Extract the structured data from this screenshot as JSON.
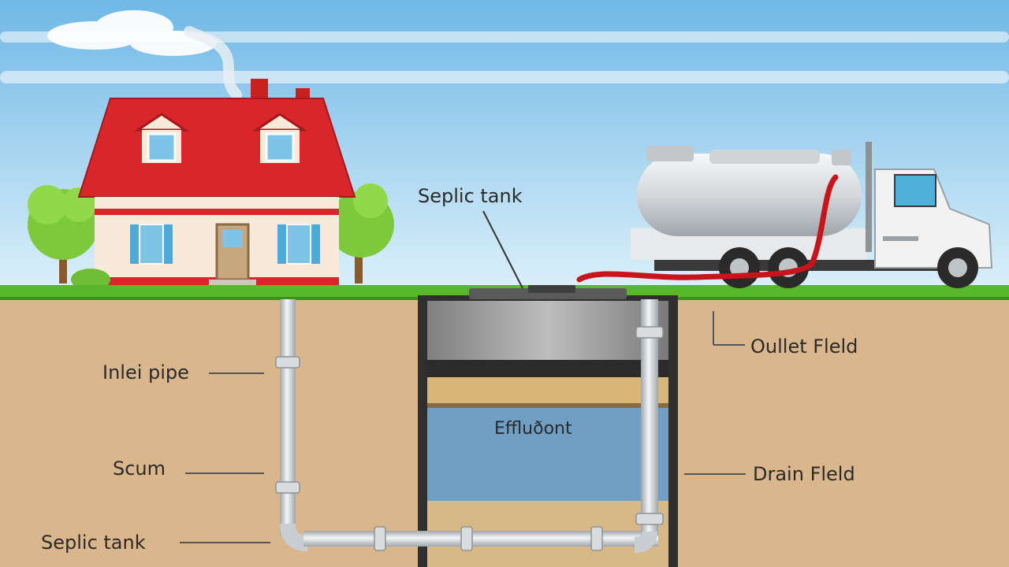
{
  "labels": {
    "septic_tank_top": "Seplic tank",
    "inlet_pipe": "Inlei pipe",
    "scum": "Scum",
    "septic_tank_bottom": "Seplic tank",
    "effluent": "Effluðont",
    "outlet_field": "Oullet Fleld",
    "drain_field": "Drain Fleld"
  },
  "colors": {
    "sky_top": "#6fb8e6",
    "sky_bottom": "#dcf0fa",
    "grass": "#58b82a",
    "soil": "#d9b68b",
    "roof": "#d9262a",
    "house_wall": "#f7ead8",
    "window": "#7dc4e6",
    "tank_lid": "#9a9a9a",
    "tank_body": "#2f2f2f",
    "scum_layer": "#d8b67a",
    "effluent_water": "#6f9fc4",
    "sludge": "#d8b887",
    "pipe": "#c9ced2",
    "hose": "#c8141b",
    "truck_cab": "#f2f2f2",
    "tanker": "#d8dcdf"
  }
}
